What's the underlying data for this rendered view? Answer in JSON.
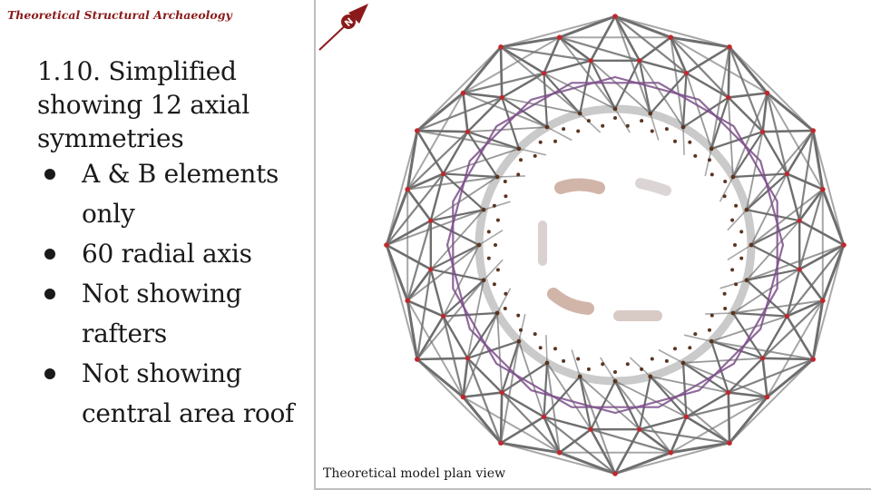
{
  "header": {
    "label": "Theoretical Structural Archaeology"
  },
  "slide": {
    "title": "1.10.  Simplified showing 12 axial symmetries",
    "bullets": [
      "A & B elements only",
      "60 radial axis",
      "Not showing rafters",
      "Not showing central area roof"
    ]
  },
  "figure": {
    "caption": "Theoretical model plan view",
    "north_arrow_letter": "N",
    "colors": {
      "strut": "#6e6e6e",
      "strut_light": "#b8b8b8",
      "node_outer": "#c0272d",
      "node_inner": "#5a3520",
      "purple_ring": "#7b4f8a",
      "arrow": "#8b1a1a",
      "inner_wall": "#9a6a55"
    }
  }
}
